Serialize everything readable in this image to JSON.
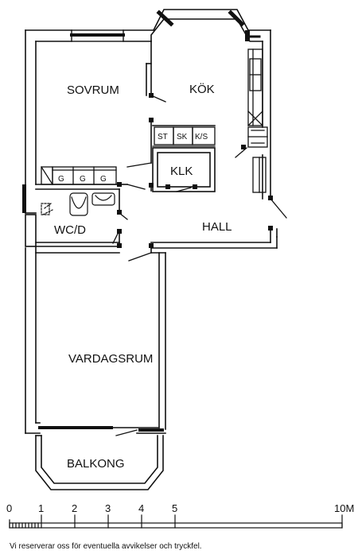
{
  "rooms": {
    "sovrum": "SOVRUM",
    "kok": "KÖK",
    "klk": "KLK",
    "wc": "WC/D",
    "hall": "HALL",
    "vardagsrum": "VARDAGSRUM",
    "balkong": "BALKONG"
  },
  "fixtures": {
    "st": "ST",
    "sk": "SK",
    "ks": "K/S",
    "g1": "G",
    "g2": "G",
    "g3": "G"
  },
  "scale": {
    "ticks": [
      "0",
      "1",
      "2",
      "3",
      "4",
      "5"
    ],
    "end_label": "10M"
  },
  "disclaimer": "Vi reserverar oss för eventuella avvikelser och tryckfel."
}
